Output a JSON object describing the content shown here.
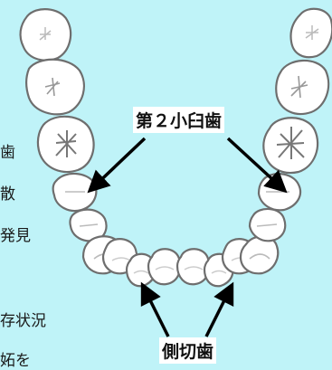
{
  "labels": {
    "second_premolar": "第２小臼歯",
    "lateral_incisor": "側切歯"
  },
  "cutoff_text": {
    "line1": "歯",
    "line2": "散",
    "line3": "発見",
    "line4": "存状況",
    "line5": "妬を"
  },
  "colors": {
    "background": "#bff3f8",
    "tooth_fill": "#ffffff",
    "tooth_stroke": "#6e6e6e",
    "arrow": "#000000"
  }
}
